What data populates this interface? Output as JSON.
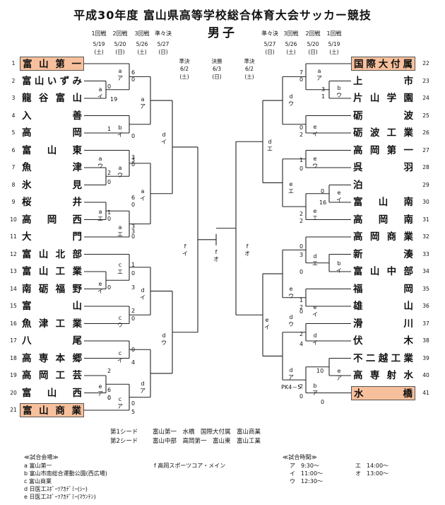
{
  "header": {
    "title": "平成30年度 富山県高等学校総合体育大会サッカー競技",
    "subtitle": "男子"
  },
  "rounds_left": [
    {
      "label": "1回戦",
      "date": "5/19",
      "day": "(土)"
    },
    {
      "label": "2回戦",
      "date": "5/20",
      "day": "(日)"
    },
    {
      "label": "3回戦",
      "date": "5/26",
      "day": "(土)"
    },
    {
      "label": "準々決",
      "date": "5/27",
      "day": "(日)"
    }
  ],
  "rounds_right": [
    {
      "label": "準々決",
      "date": "5/27",
      "day": "(日)"
    },
    {
      "label": "3回戦",
      "date": "5/26",
      "day": "(土)"
    },
    {
      "label": "2回戦",
      "date": "5/20",
      "day": "(日)"
    },
    {
      "label": "1回戦",
      "date": "5/19",
      "day": "(土)"
    }
  ],
  "finals": {
    "semi_left": {
      "label": "準決",
      "date": "6/2",
      "day": "(土)"
    },
    "final": {
      "label": "決勝",
      "date": "6/3",
      "day": "(日)"
    },
    "semi_right": {
      "label": "準決",
      "date": "6/2",
      "day": "(土)"
    }
  },
  "teams_left": [
    {
      "no": "1",
      "name": "富山第一",
      "seed": true
    },
    {
      "no": "2",
      "name": "富山いずみ",
      "seed": false
    },
    {
      "no": "3",
      "name": "龍谷富山",
      "seed": false
    },
    {
      "no": "4",
      "name": "入善",
      "seed": false
    },
    {
      "no": "5",
      "name": "高岡",
      "seed": false
    },
    {
      "no": "6",
      "name": "富山東",
      "seed": false
    },
    {
      "no": "7",
      "name": "魚津",
      "seed": false
    },
    {
      "no": "8",
      "name": "氷見",
      "seed": false
    },
    {
      "no": "9",
      "name": "桜井",
      "seed": false
    },
    {
      "no": "10",
      "name": "高岡西",
      "seed": false
    },
    {
      "no": "11",
      "name": "大門",
      "seed": false
    },
    {
      "no": "12",
      "name": "富山北部",
      "seed": false
    },
    {
      "no": "13",
      "name": "富山工業",
      "seed": false
    },
    {
      "no": "14",
      "name": "南砺福野",
      "seed": false
    },
    {
      "no": "15",
      "name": "富山",
      "seed": false
    },
    {
      "no": "16",
      "name": "魚津工業",
      "seed": false
    },
    {
      "no": "17",
      "name": "八尾",
      "seed": false
    },
    {
      "no": "18",
      "name": "高専本郷",
      "seed": false
    },
    {
      "no": "19",
      "name": "高岡工芸",
      "seed": false
    },
    {
      "no": "20",
      "name": "富山西",
      "seed": false
    },
    {
      "no": "21",
      "name": "富山商業",
      "seed": true
    }
  ],
  "teams_right": [
    {
      "no": "22",
      "name": "国際大付属",
      "seed": true
    },
    {
      "no": "23",
      "name": "上市",
      "seed": false
    },
    {
      "no": "24",
      "name": "片山学園",
      "seed": false
    },
    {
      "no": "25",
      "name": "砺波",
      "seed": false
    },
    {
      "no": "26",
      "name": "砺波工業",
      "seed": false
    },
    {
      "no": "27",
      "name": "高岡第一",
      "seed": false
    },
    {
      "no": "28",
      "name": "呉羽",
      "seed": false
    },
    {
      "no": "29",
      "name": "泊",
      "seed": false
    },
    {
      "no": "30",
      "name": "富山南",
      "seed": false
    },
    {
      "no": "31",
      "name": "高岡南",
      "seed": false
    },
    {
      "no": "32",
      "name": "高岡商業",
      "seed": false
    },
    {
      "no": "33",
      "name": "新湊",
      "seed": false
    },
    {
      "no": "34",
      "name": "富山中部",
      "seed": false
    },
    {
      "no": "35",
      "name": "福岡",
      "seed": false
    },
    {
      "no": "36",
      "name": "雄山",
      "seed": false
    },
    {
      "no": "37",
      "name": "滑川",
      "seed": false
    },
    {
      "no": "38",
      "name": "伏木",
      "seed": false
    },
    {
      "no": "39",
      "name": "不二越工業",
      "seed": false
    },
    {
      "no": "40",
      "name": "高専射水",
      "seed": false
    },
    {
      "no": "41",
      "name": "水橋",
      "seed": true
    }
  ],
  "pk_note": "PK4－5",
  "seeds": {
    "first_label": "第1シード",
    "first_teams": "富山第一　水橋　国際大付属　富山商業",
    "second_label": "第2シード",
    "second_teams": "富山中部　高岡第一　富山東　富山工業"
  },
  "venues": {
    "heading": "≪試合会場≫",
    "items": [
      "a 富山第一",
      "b 富山市南総合運動公園(西広場)",
      "c 富山商業",
      "d 日医工ｽﾎﾟｰﾂｱｶﾃﾞﾐｰ(ｼｰ)",
      "e 日医工ｽﾎﾟｰﾂｱｶﾃﾞﾐｰ(ﾏｳﾝﾃﾝ)"
    ],
    "item_f": "f 高岡スポーツコア・メイン"
  },
  "times": {
    "heading": "≪試合時間≫",
    "items": [
      "ア　9:30～",
      "イ　11:00～",
      "ウ　12:30～"
    ],
    "items2": [
      "エ　14:00～",
      "オ　13:00～"
    ]
  },
  "tags": {
    "L1": "a",
    "L1k": "ア",
    "L2": "a",
    "L2k": "イ",
    "L3": "a",
    "L3k": "ア",
    "L4": "b",
    "L4k": "イ",
    "L5": "a",
    "L5k": "ウ",
    "L6": "a",
    "L6k": "ウ",
    "L7": "a",
    "L7k": "エ",
    "L8": "a",
    "L8k": "エ",
    "L9": "a",
    "L9k": "イ",
    "L10": "d",
    "L10k": "イ",
    "L11": "c",
    "L11k": "エ",
    "L12": "e",
    "L12k": "イ",
    "L13": "c",
    "L13k": "ウ",
    "L14": "d",
    "L14k": "イ",
    "L15": "c",
    "L15k": "イ",
    "L16": "e",
    "L16k": "ア",
    "L17": "c",
    "L17k": "ア",
    "L18": "d",
    "L18k": "ア",
    "L19": "d",
    "L19k": "ウ",
    "L20": "f",
    "L20k": "イ",
    "C": "f",
    "Ck": "オ",
    "R1": "a",
    "R1k": "ア",
    "R2": "b",
    "R2k": "ウ",
    "R3": "e",
    "R3k": "イ",
    "R4": "d",
    "R4k": "ウ",
    "R5": "e",
    "R5k": "ウ",
    "R6": "e",
    "R6k": "イ",
    "R7": "e",
    "R7k": "エ",
    "R8": "e",
    "R8k": "エ",
    "R9": "d",
    "R9k": "エ",
    "R10": "e",
    "R10k": "ウ",
    "R11": "d",
    "R11k": "エ",
    "R12": "b",
    "R12k": "イ",
    "R13": "e",
    "R13k": "イ",
    "R14": "d",
    "R14k": "ウ",
    "R15": "d",
    "R15k": "イ",
    "R16": "e",
    "R16k": "ア",
    "R17": "b",
    "R17k": "ア",
    "R18": "d",
    "R18k": "ア",
    "R19": "e",
    "R19k": "イ",
    "R20": "f",
    "R20k": "オ"
  },
  "scores": {
    "l1a": "6",
    "l1b": "0",
    "l2a": "0",
    "l2b": "19",
    "l3a": "1",
    "l3b": "0",
    "l4a": "3",
    "l4b": "0",
    "l5a": "2",
    "l5b": "0",
    "l6a": "1",
    "l6b": "3",
    "l7a": "1",
    "l7b": "0",
    "l8a": "0",
    "l8b": "3",
    "l9a": "2",
    "l9b": "0",
    "l10a": "0",
    "l10b": "4",
    "l11a": "6",
    "l11b": "0",
    "l12a": "0",
    "l12b": "5",
    "l13a": "0",
    "l13b": "3",
    "l14a": "6",
    "l14b": "0",
    "l15a": "0",
    "l15b": "3",
    "l16a": "0",
    "l16b": "2",
    "r1a": "7",
    "r1b": "0",
    "r2a": "3",
    "r2b": "1",
    "r3a": "0",
    "r3b": "2",
    "r4a": "1",
    "r4b": "0",
    "r5a": "0",
    "r5b": "2",
    "r6a": "16",
    "r6b": "2",
    "r7a": "0",
    "r7b": "3",
    "r8a": "0",
    "r8b": "2",
    "r9a": "2",
    "r9b": "4",
    "r10a": "1",
    "r10b": "0",
    "r11a": "10",
    "r11b": "2",
    "r12a": "0",
    "r12b": "0"
  }
}
